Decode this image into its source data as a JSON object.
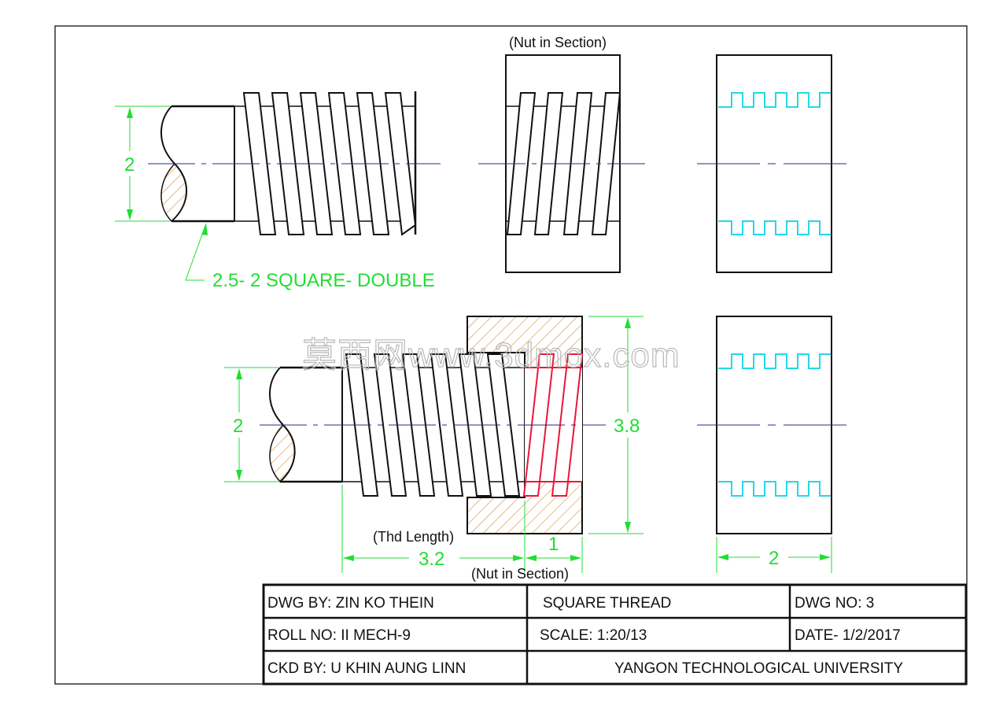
{
  "drawing": {
    "top_nut_caption": "(Nut in Section)",
    "leader_note": "2.5- 2 SQUARE- DOUBLE",
    "dim_top_diameter": "2",
    "dim_bottom_diameter": "2",
    "dim_nut_height": "3.8",
    "dim_thread_length_caption": "(Thd Length)",
    "dim_thread_length": "3.2",
    "dim_nut_length": "1",
    "bottom_nut_caption": "(Nut in Section)",
    "dim_end_view_width": "2",
    "watermark": "莫西网www.3dmox.com"
  },
  "title_block": {
    "drawn_by": "DWG BY: ZIN KO THEIN",
    "title": "SQUARE THREAD",
    "dwg_no": "DWG NO: 3",
    "roll_no": "ROLL NO: II MECH-9",
    "scale": "SCALE: 1:20/13",
    "date": "DATE- 1/2/2017",
    "checked_by": "CKD BY: U KHIN AUNG LINN",
    "institution": "YANGON TECHNOLOGICAL UNIVERSITY"
  },
  "colors": {
    "outline": "#111111",
    "dimension": "#22dd33",
    "centerline": "#2a2a8a",
    "hatch": "#d98a3a",
    "thread_section": "#e8183a",
    "end_view_thread": "#22d8e8"
  }
}
